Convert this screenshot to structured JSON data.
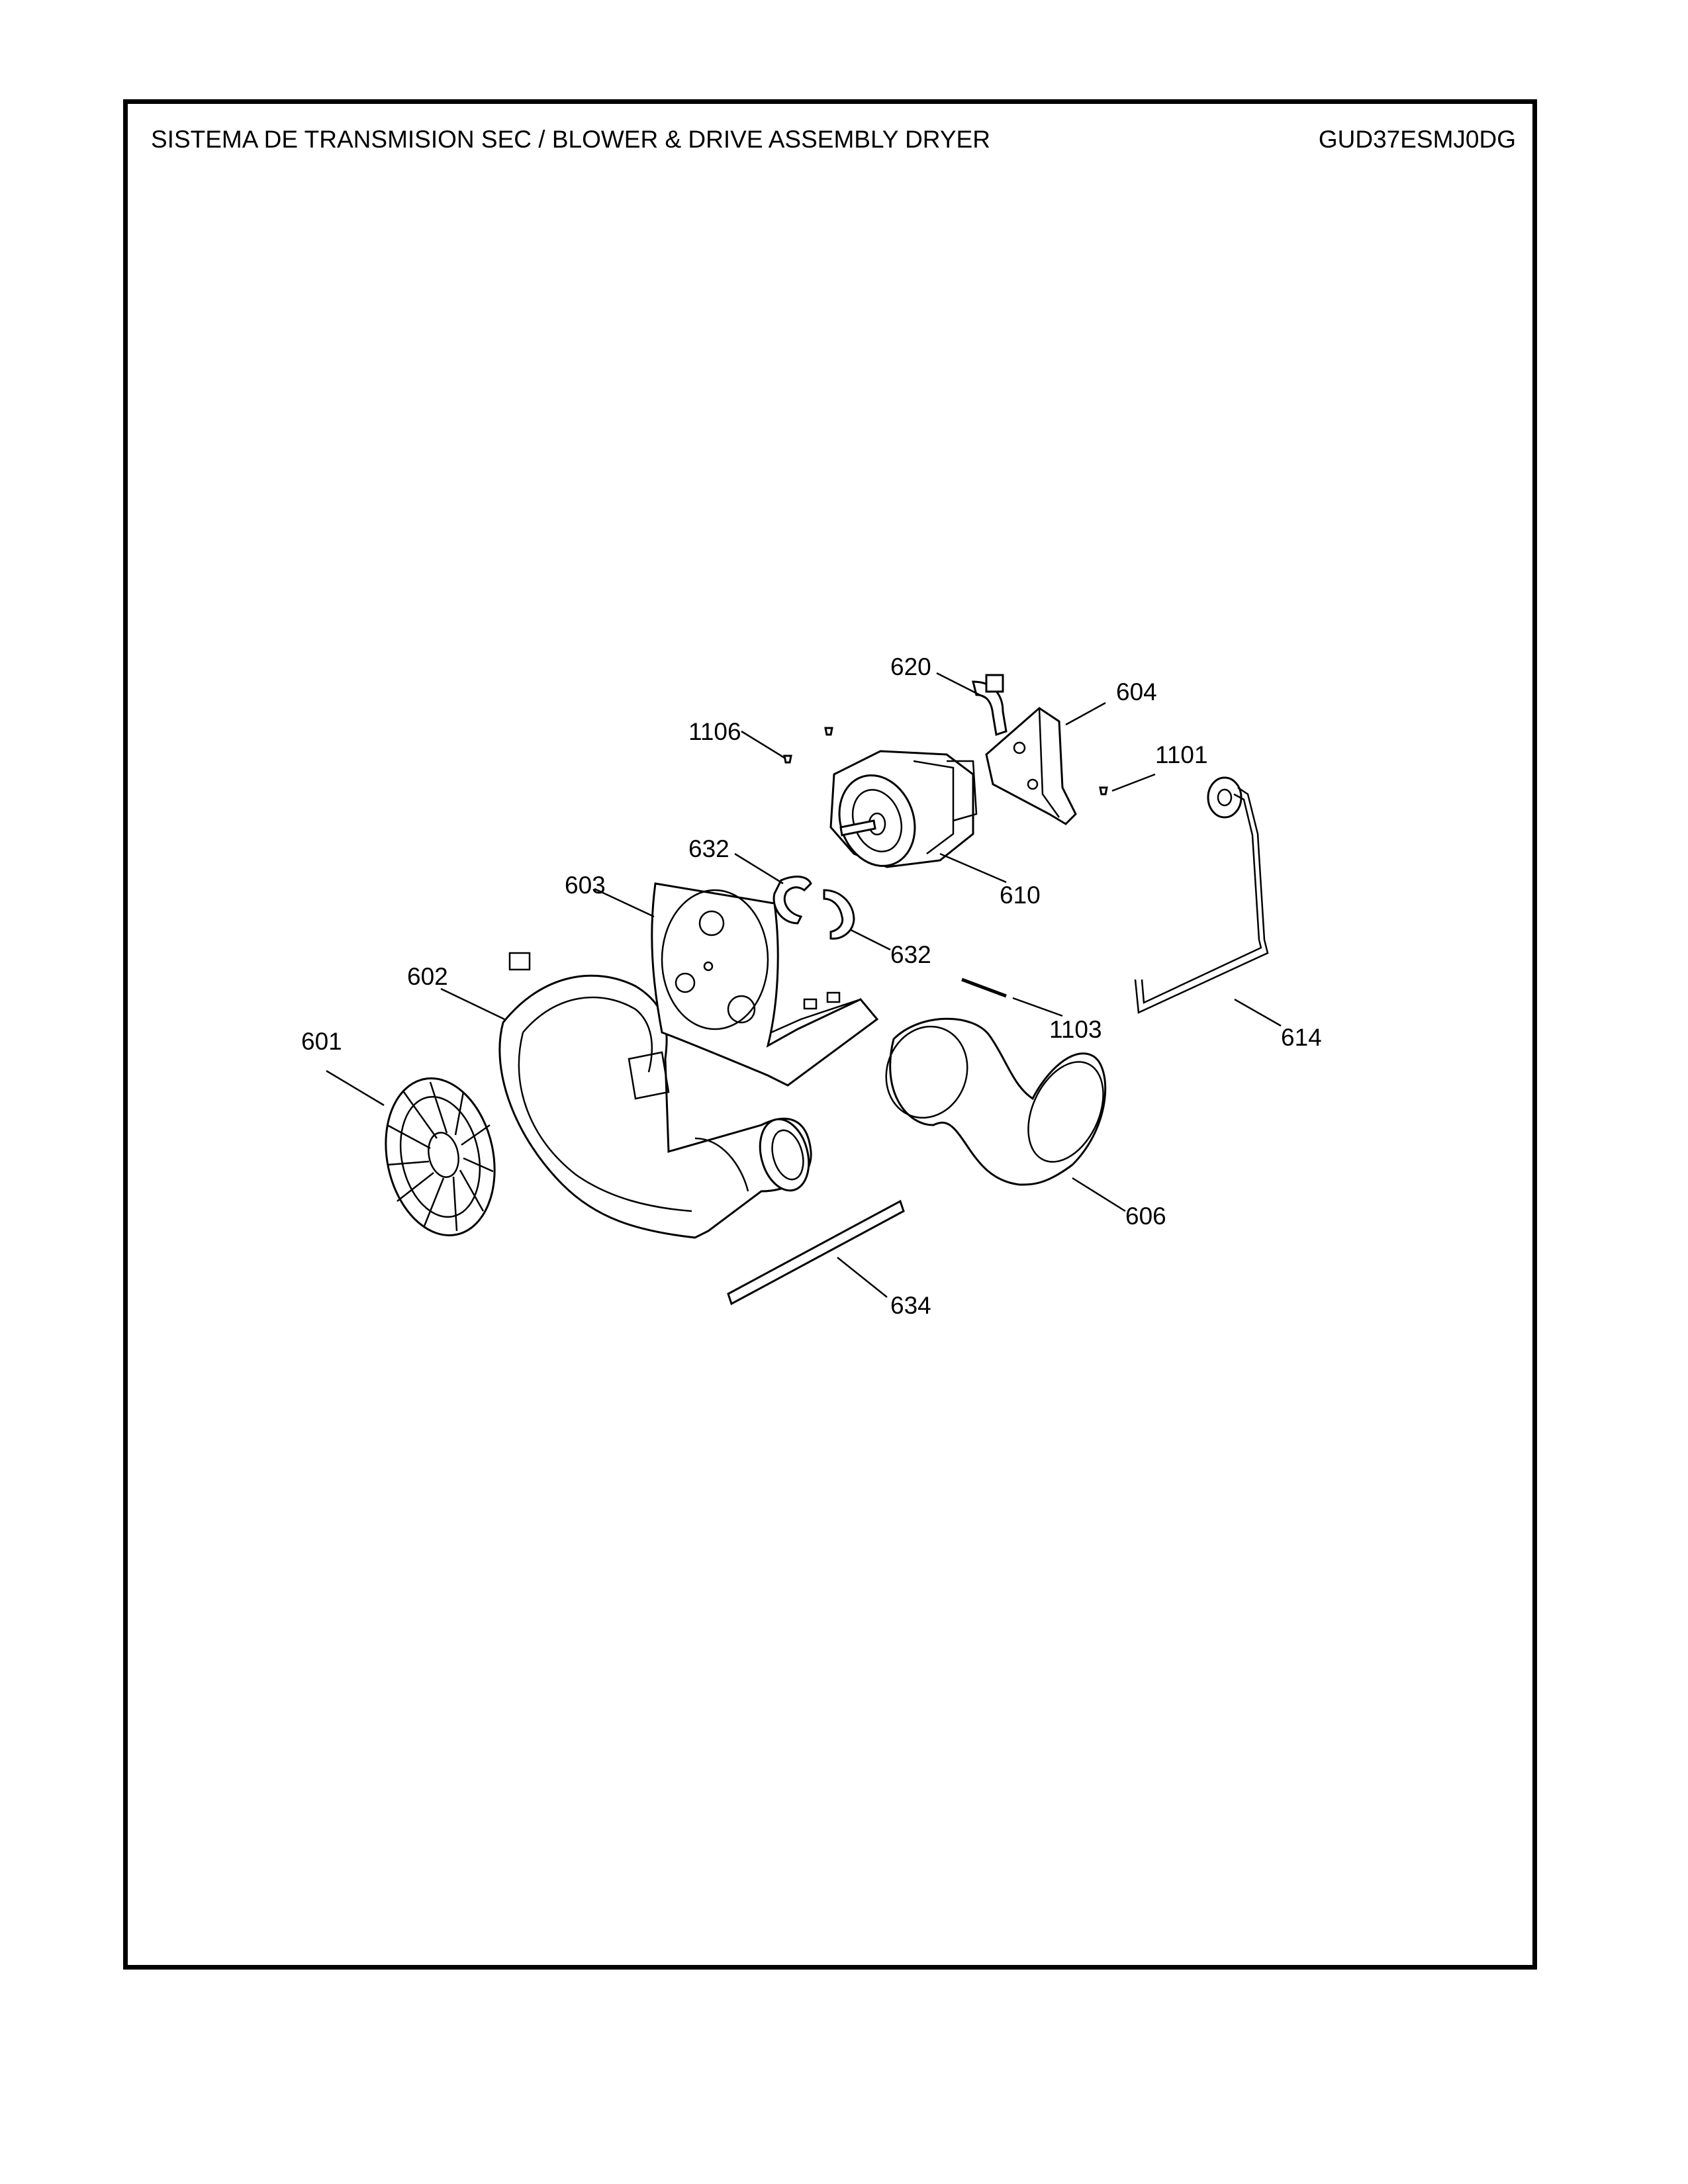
{
  "header": {
    "title": "SISTEMA DE TRANSMISION SEC / BLOWER & DRIVE ASSEMBLY DRYER",
    "model": "GUD37ESMJ0DG"
  },
  "callouts": {
    "c601": "601",
    "c602": "602",
    "c603": "603",
    "c604": "604",
    "c606": "606",
    "c610": "610",
    "c614": "614",
    "c620": "620",
    "c632a": "632",
    "c632b": "632",
    "c634": "634",
    "c1101": "1101",
    "c1103": "1103",
    "c1106": "1106"
  },
  "parts": [
    {
      "id": "601",
      "icon": "blower-wheel-icon"
    },
    {
      "id": "602",
      "icon": "blower-housing-icon"
    },
    {
      "id": "603",
      "icon": "motor-mount-plate-icon"
    },
    {
      "id": "604",
      "icon": "bracket-icon"
    },
    {
      "id": "606",
      "icon": "exhaust-duct-icon"
    },
    {
      "id": "610",
      "icon": "drive-motor-icon"
    },
    {
      "id": "614",
      "icon": "idler-pulley-arm-icon"
    },
    {
      "id": "620",
      "icon": "motor-clamp-icon"
    },
    {
      "id": "632",
      "icon": "motor-strap-icon"
    },
    {
      "id": "634",
      "icon": "seal-strip-icon"
    },
    {
      "id": "1101",
      "icon": "screw-icon"
    },
    {
      "id": "1103",
      "icon": "pin-icon"
    },
    {
      "id": "1106",
      "icon": "screw-icon"
    }
  ]
}
